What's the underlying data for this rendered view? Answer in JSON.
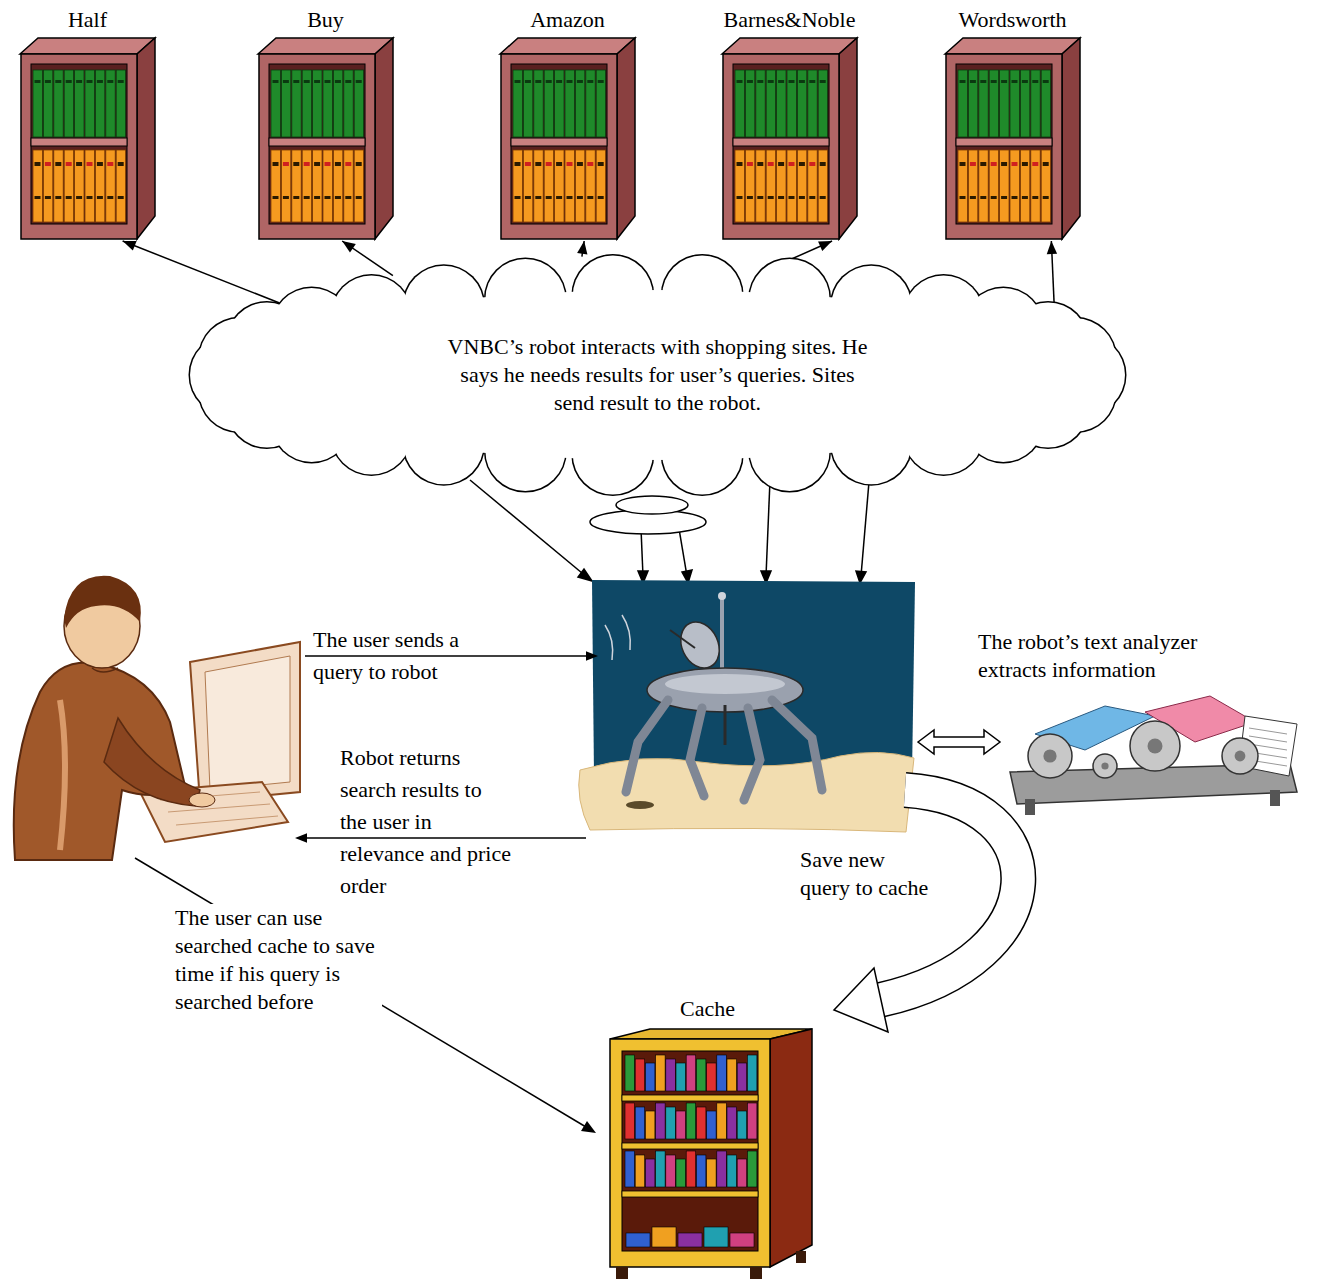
{
  "diagram": {
    "nodes": [
      {
        "text": [
          "Half"
        ]
      },
      {
        "text": [
          "Buy"
        ]
      },
      {
        "text": [
          "Amazon"
        ]
      },
      {
        "text": [
          "Barnes&Noble"
        ]
      },
      {
        "text": [
          "Wordsworth"
        ]
      },
      {
        "text": [
          "VNBC’s robot interacts with shopping sites. He says he needs results for user’s queries. Sites send result to the robot."
        ]
      },
      {
        "text": [
          "The robot’s text analyzer extracts information"
        ]
      },
      {
        "text": [
          "Cache"
        ]
      }
    ],
    "edges": [
      {
        "from": 5,
        "to": 0,
        "arrow": "to"
      },
      {
        "from": 5,
        "to": 1,
        "arrow": "to"
      },
      {
        "from": 5,
        "to": 2,
        "arrow": "to"
      },
      {
        "from": 5,
        "to": 3,
        "arrow": "to"
      },
      {
        "from": 5,
        "to": 4,
        "arrow": "to"
      }
    ],
    "labels": [
      "The user sends a query to robot",
      "Robot returns search results to the user in relevance and price order",
      "Save new query to cache",
      "The user can use searched cache to save time if his query is searched before"
    ]
  }
}
